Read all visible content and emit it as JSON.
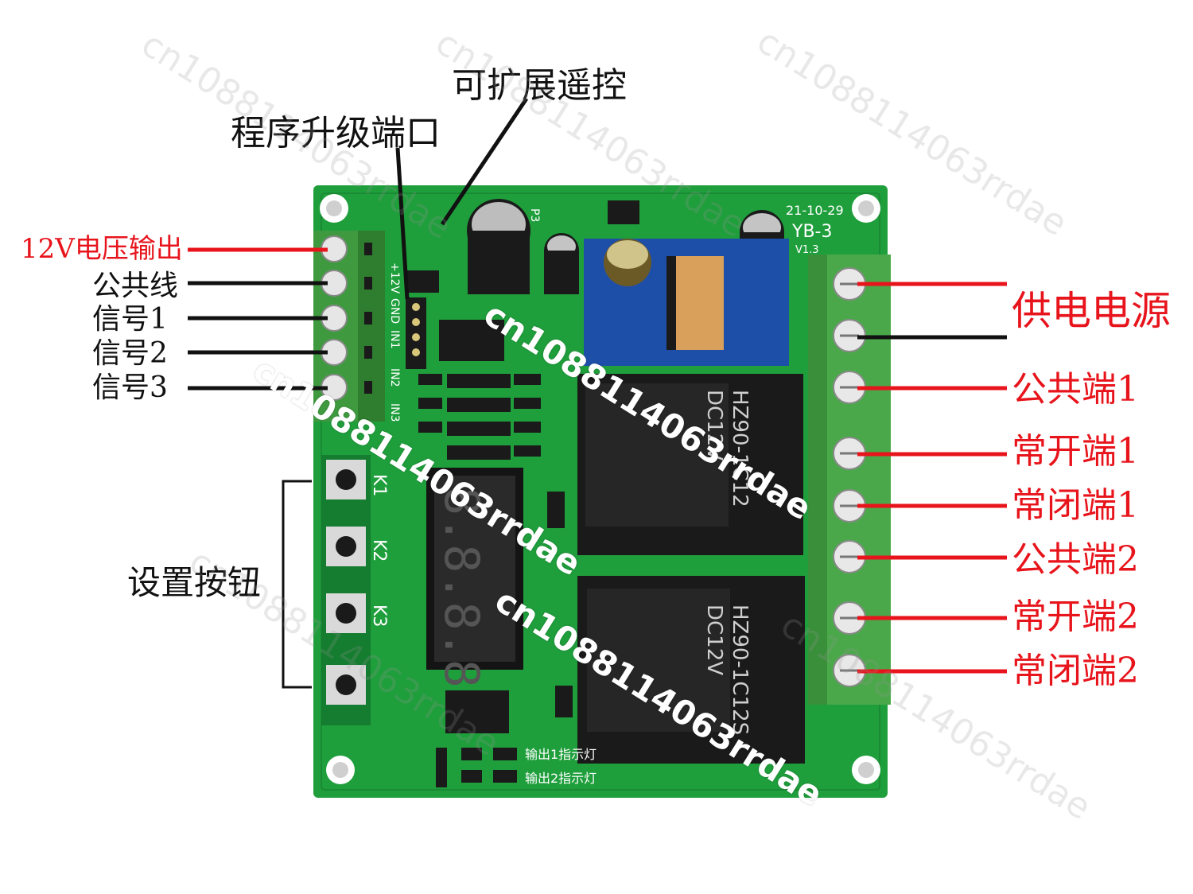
{
  "labels": {
    "expand_remote": "可扩展遥控",
    "program_port": "程序升级端口",
    "out_12v": "12V电压输出",
    "common_line": "公共线",
    "signal1": "信号1",
    "signal2": "信号2",
    "signal3": "信号3",
    "setting_buttons": "设置按钮",
    "power_supply": "供电电源",
    "common1": "公共端1",
    "no1": "常开端1",
    "nc1": "常闭端1",
    "common2": "公共端2",
    "no2": "常开端2",
    "nc2": "常闭端2"
  },
  "board": {
    "date": "21-10-29",
    "model": "YB-3",
    "version": "V1.3",
    "header_pins": [
      "+12V",
      "GND",
      "IN1",
      "IN2",
      "IN3"
    ],
    "port_name": "P3",
    "keys": [
      "K1",
      "K2",
      "K3"
    ],
    "relay1": "HZ90-1C12",
    "relay1_voltage": "DC12V",
    "relay2": "HZ90-1C12S",
    "relay2_voltage": "DC12V",
    "display": "8.8.8.8",
    "led1": "输出1指示灯",
    "led2": "输出2指示灯",
    "watermark": "cn1088114063rrdae"
  },
  "colors": {
    "pcb": "#1f9e3c",
    "red_line": "#e8141c",
    "terminal": "#4aa84a"
  }
}
